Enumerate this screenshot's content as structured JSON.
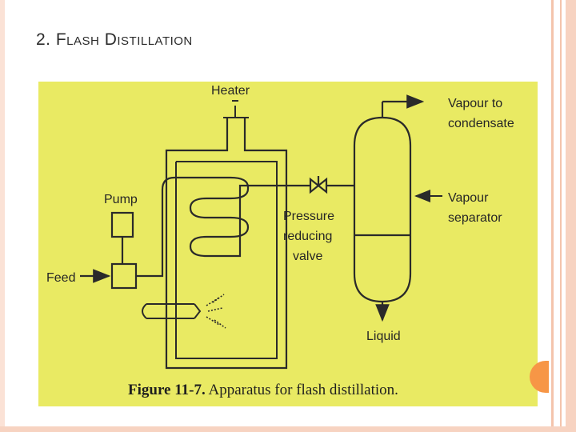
{
  "slide": {
    "title": "2. Flash Distillation"
  },
  "figure": {
    "labels": {
      "heater": "Heater",
      "pump": "Pump",
      "feed": "Feed",
      "vapour_to_condensate_line1": "Vapour to",
      "vapour_to_condensate_line2": "condensate",
      "vapour_separator_line1": "Vapour",
      "vapour_separator_line2": "separator",
      "prv_line1": "Pressure",
      "prv_line2": "reducing",
      "prv_line3": "valve",
      "liquid": "Liquid"
    },
    "caption": {
      "number": "Figure 11-7.",
      "text": " Apparatus for flash distillation."
    }
  },
  "colors": {
    "figure_background": "#e9ea63",
    "accent": "#f79646",
    "border": "#f4c4ac"
  }
}
